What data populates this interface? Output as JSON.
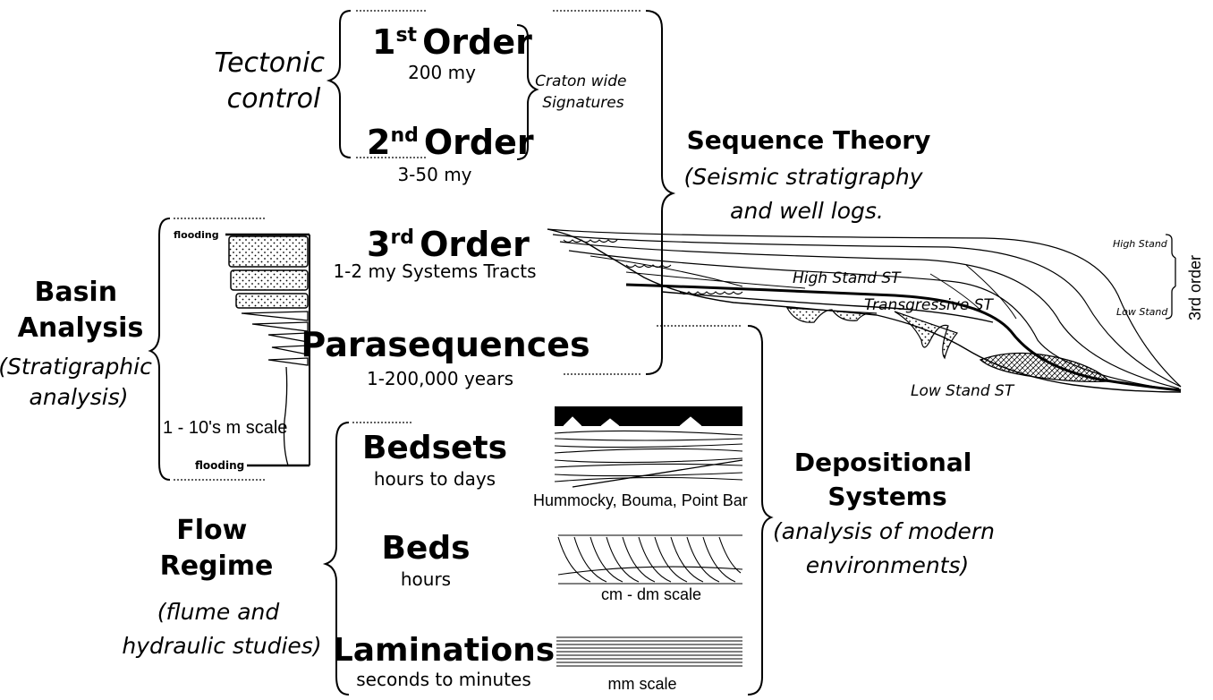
{
  "left": {
    "tectonic": [
      "Tectonic",
      "control"
    ],
    "basin": [
      "Basin",
      "Analysis"
    ],
    "basin_sub": [
      "(Stratigraphic",
      "analysis)"
    ],
    "flow": [
      "Flow",
      "Regime"
    ],
    "flow_sub": [
      "(flume and",
      "hydraulic studies)"
    ],
    "log_scale": "1 - 10's m scale",
    "flooding_top": "flooding",
    "flooding_bottom": "flooding"
  },
  "orders": {
    "first": {
      "num": "1",
      "sup": "st",
      "word": "Order",
      "time": "200 my"
    },
    "second": {
      "num": "2",
      "sup": "nd",
      "word": "Order",
      "time": "3-50 my"
    },
    "third": {
      "num": "3",
      "sup": "rd",
      "word": "Order",
      "time": "1-2 my Systems Tracts"
    },
    "craton": [
      "Craton wide",
      "Signatures"
    ],
    "parasequences": {
      "title": "Parasequences",
      "time": "1-200,000 years"
    }
  },
  "small": {
    "bedsets": {
      "title": "Bedsets",
      "time": "hours to days"
    },
    "beds": {
      "title": "Beds",
      "time": "hours"
    },
    "laminations": {
      "title": "Laminations",
      "time": "seconds to minutes"
    },
    "bedsets_examples": "Hummocky,  Bouma, Point Bar",
    "beds_scale": "cm - dm scale",
    "lam_scale": "mm scale"
  },
  "right": {
    "sequence_title": "Sequence Theory",
    "sequence_sub": [
      "(Seismic stratigraphy",
      "and well logs."
    ],
    "depositional_title": [
      "Depositional",
      "Systems"
    ],
    "depositional_sub": [
      "(analysis of modern",
      "environments)"
    ]
  },
  "cross_section": {
    "high_stand_st": "High Stand ST",
    "transgressive_st": "Transgressive ST",
    "low_stand_st": "Low Stand ST",
    "high_stand": "High Stand",
    "low_stand": "Low Stand",
    "third_order": "3rd order"
  }
}
